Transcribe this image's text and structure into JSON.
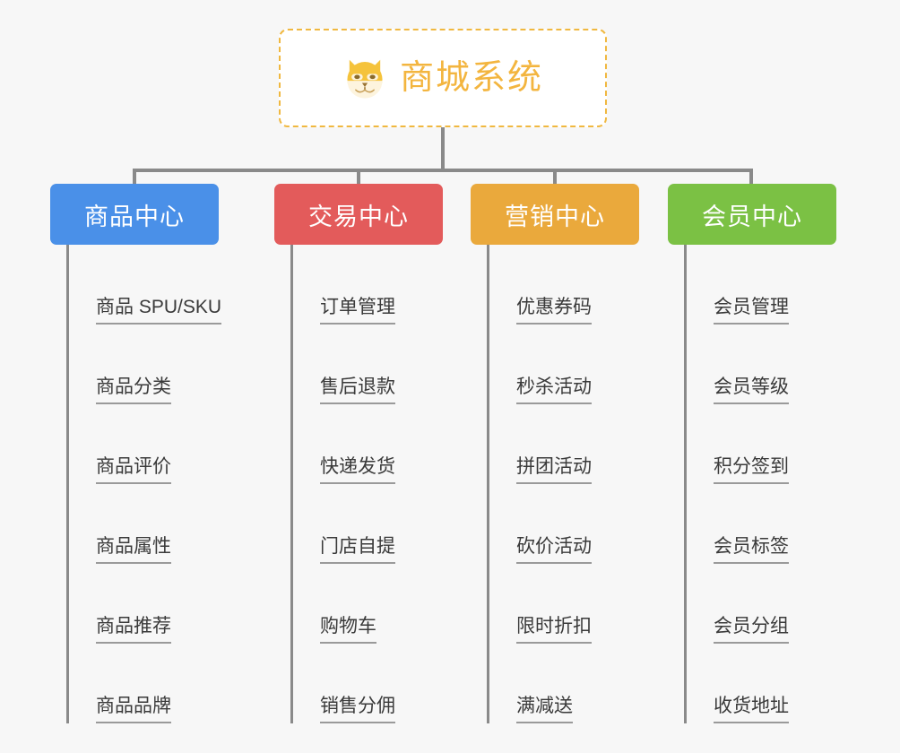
{
  "root": {
    "label": "商城系统",
    "icon": "shiba-dog-icon",
    "accent_color": "#f3b53f",
    "border_color": "#f0b840",
    "background": "#ffffff"
  },
  "canvas": {
    "background_color": "#f7f7f7",
    "connector_color": "#8a8a8a"
  },
  "branches": [
    {
      "title": "商品中心",
      "color": "#4a90e8",
      "items": [
        "商品 SPU/SKU",
        "商品分类",
        "商品评价",
        "商品属性",
        "商品推荐",
        "商品品牌"
      ]
    },
    {
      "title": "交易中心",
      "color": "#e35b5b",
      "items": [
        "订单管理",
        "售后退款",
        "快递发货",
        "门店自提",
        "购物车",
        "销售分佣"
      ]
    },
    {
      "title": "营销中心",
      "color": "#eaa93c",
      "items": [
        "优惠券码",
        "秒杀活动",
        "拼团活动",
        "砍价活动",
        "限时折扣",
        "满减送"
      ]
    },
    {
      "title": "会员中心",
      "color": "#7bc144",
      "items": [
        "会员管理",
        "会员等级",
        "积分签到",
        "会员标签",
        "会员分组",
        "收货地址"
      ]
    }
  ]
}
